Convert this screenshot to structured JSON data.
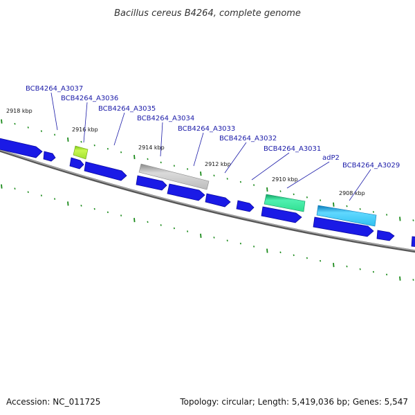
{
  "title": "Bacillus cereus B4264, complete genome",
  "footer": {
    "accession": "Accession: NC_011725",
    "summary": "Topology: circular; Length: 5,419,036 bp; Genes: 5,547"
  },
  "ticks": {
    "labels": [
      "2918 kbp",
      "2916 kbp",
      "2914 kbp",
      "2912 kbp",
      "2910 kbp",
      "2908 kbp"
    ]
  },
  "genes": [
    "BCB4264_A3037",
    "BCB4264_A3036",
    "BCB4264_A3035",
    "BCB4264_A3034",
    "BCB4264_A3033",
    "BCB4264_A3032",
    "BCB4264_A3031",
    "adP2",
    "BCB4264_A3029"
  ],
  "colors": {
    "cds": "#1a1ae6",
    "backbone": "#888888",
    "tick": "#1a8a1a",
    "label": "#1a1aa8",
    "feature_lime": "#a8e830",
    "feature_gray": "#c8c8c8",
    "feature_green": "#30e8a0",
    "feature_cyan": "#30c8f0"
  }
}
